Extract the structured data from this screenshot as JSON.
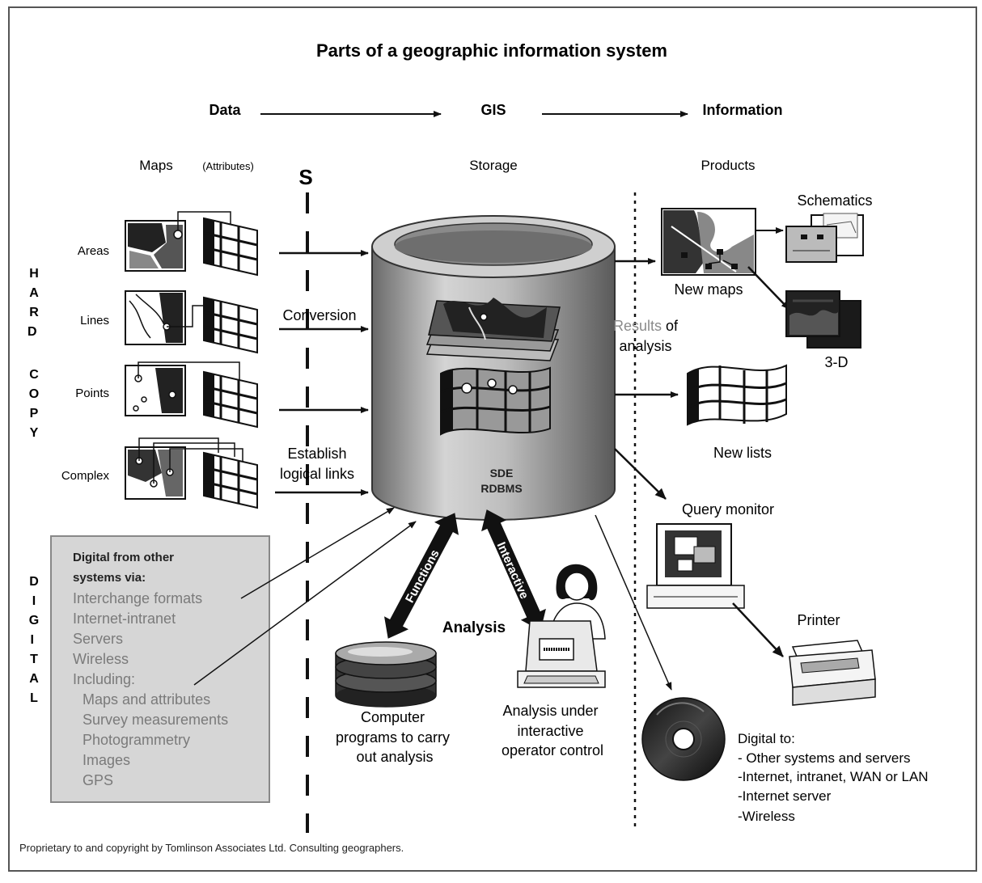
{
  "title": "Parts of a geographic information system",
  "flow": {
    "data": "Data",
    "gis": "GIS",
    "information": "Information"
  },
  "headers": {
    "maps": "Maps",
    "attributes": "(Attributes)",
    "storage": "Storage",
    "products": "Products"
  },
  "s_marker": "S",
  "side_hardcopy": "HARD COPY",
  "side_digital": "DIGITAL",
  "input_rows": [
    "Areas",
    "Lines",
    "Points",
    "Complex"
  ],
  "conversion": "Conversion",
  "establish": [
    "Establish",
    "logical links"
  ],
  "db_label": [
    "SDE",
    "RDBMS"
  ],
  "digital_box": {
    "heading": [
      "Digital from other",
      "systems via:"
    ],
    "items": [
      "Interchange formats",
      "Internet-intranet",
      "Servers",
      "Wireless",
      "Including:"
    ],
    "subitems": [
      "Maps and attributes",
      "Survey measurements",
      "Photogrammetry",
      "Images",
      "GPS"
    ]
  },
  "functions": "Functions",
  "interactive": "Interactive",
  "analysis": "Analysis",
  "computer_caption": [
    "Computer",
    "programs to carry",
    "out analysis"
  ],
  "operator_caption": [
    "Analysis under",
    "interactive",
    "operator control"
  ],
  "results": {
    "part1": "Results",
    "part2": " of",
    "line2": "analysis"
  },
  "products": {
    "schematics": "Schematics",
    "new_maps": "New maps",
    "three_d": "3-D",
    "new_lists": "New lists",
    "query_monitor": "Query monitor",
    "printer": "Printer"
  },
  "digital_to": [
    "Digital to:",
    "- Other systems and servers",
    "-Internet, intranet, WAN or LAN",
    "-Internet server",
    "-Wireless"
  ],
  "copyright": "Proprietary to and copyright by Tomlinson Associates Ltd. Consulting geographers."
}
